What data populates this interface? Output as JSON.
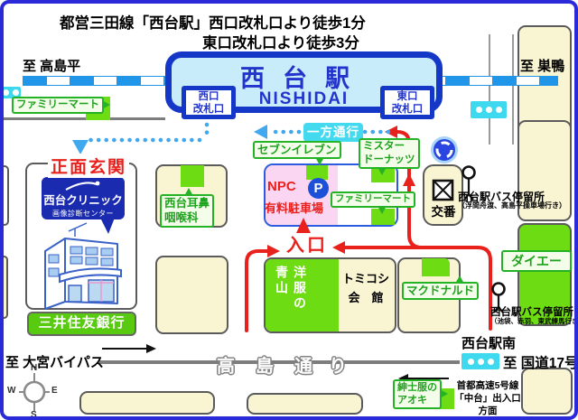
{
  "header": {
    "line1": "都営三田線「西台駅」西口改札口より徒歩1分",
    "line2": "東口改札口より徒歩3分"
  },
  "station": {
    "name": "西台駅",
    "romaji": "NISHIDAI",
    "west_exit_line1": "西口",
    "west_exit_line2": "改札口",
    "east_exit_line1": "東口",
    "east_exit_line2": "改札口"
  },
  "directions": {
    "takashimadaira": "至 高島平",
    "sugamo": "至 巣鴨",
    "omiya_bypass": "至 大宮バイパス",
    "route17": "至 国道17号",
    "nishidai_minami": "西台駅南",
    "shuto_line1": "首都高速5号線",
    "shuto_line2": "「中台」出入口",
    "shuto_line3": "方面"
  },
  "road": {
    "name": "高島通り",
    "name_chars": [
      "高",
      "島",
      "通",
      "り"
    ]
  },
  "one_way": {
    "label": "一方通行"
  },
  "clinic": {
    "entrance_label": "正面玄関",
    "name": "西台クリニック",
    "subtitle": "画像診断センター"
  },
  "bank": {
    "name": "三井住友銀行"
  },
  "parking": {
    "company": "NPC",
    "type": "有料駐車場",
    "p_icon": "P",
    "entrance": "入口"
  },
  "police_box": {
    "label": "交番"
  },
  "stores": {
    "familymart_west": "ファミリーマート",
    "seven_eleven": "セブンイレブン",
    "mister_donut_line1": "ミスター",
    "mister_donut_line2": "ドーナッツ",
    "familymart_east": "ファミリーマート",
    "ent_clinic_line1": "西台耳鼻",
    "ent_clinic_line2": "咽喉科",
    "mcdonalds": "マクドナルド",
    "daiei": "ダイエー",
    "aoki_line1": "紳士服の",
    "aoki_line2": "アオキ",
    "aoyama_line1": "洋服の",
    "aoyama_line2": "青山",
    "tomikoshi_line1": "トミコシ",
    "tomikoshi_line2": "会　館"
  },
  "bus_stops": {
    "stop1_name": "西台駅バス停留所",
    "stop1_dest": "（浮間舟渡、高島平操車場行き）",
    "stop2_name": "西台駅バス停留所",
    "stop2_dest": "（池袋、赤羽、東武練馬行き）"
  },
  "compass": {
    "n": "N",
    "e": "E",
    "s": "S",
    "w": "W"
  },
  "colors": {
    "route_red": "#e8211d",
    "rail_blue": "#2196e8",
    "station_blue": "#1537c8",
    "signal_cyan": "#3ed9ee",
    "store_green": "#6edc12",
    "label_green": "#24b324",
    "block_beige": "#f9f5d2",
    "parking_pink": "#fbd6f3",
    "sign_navy": "#1b2bb0"
  }
}
